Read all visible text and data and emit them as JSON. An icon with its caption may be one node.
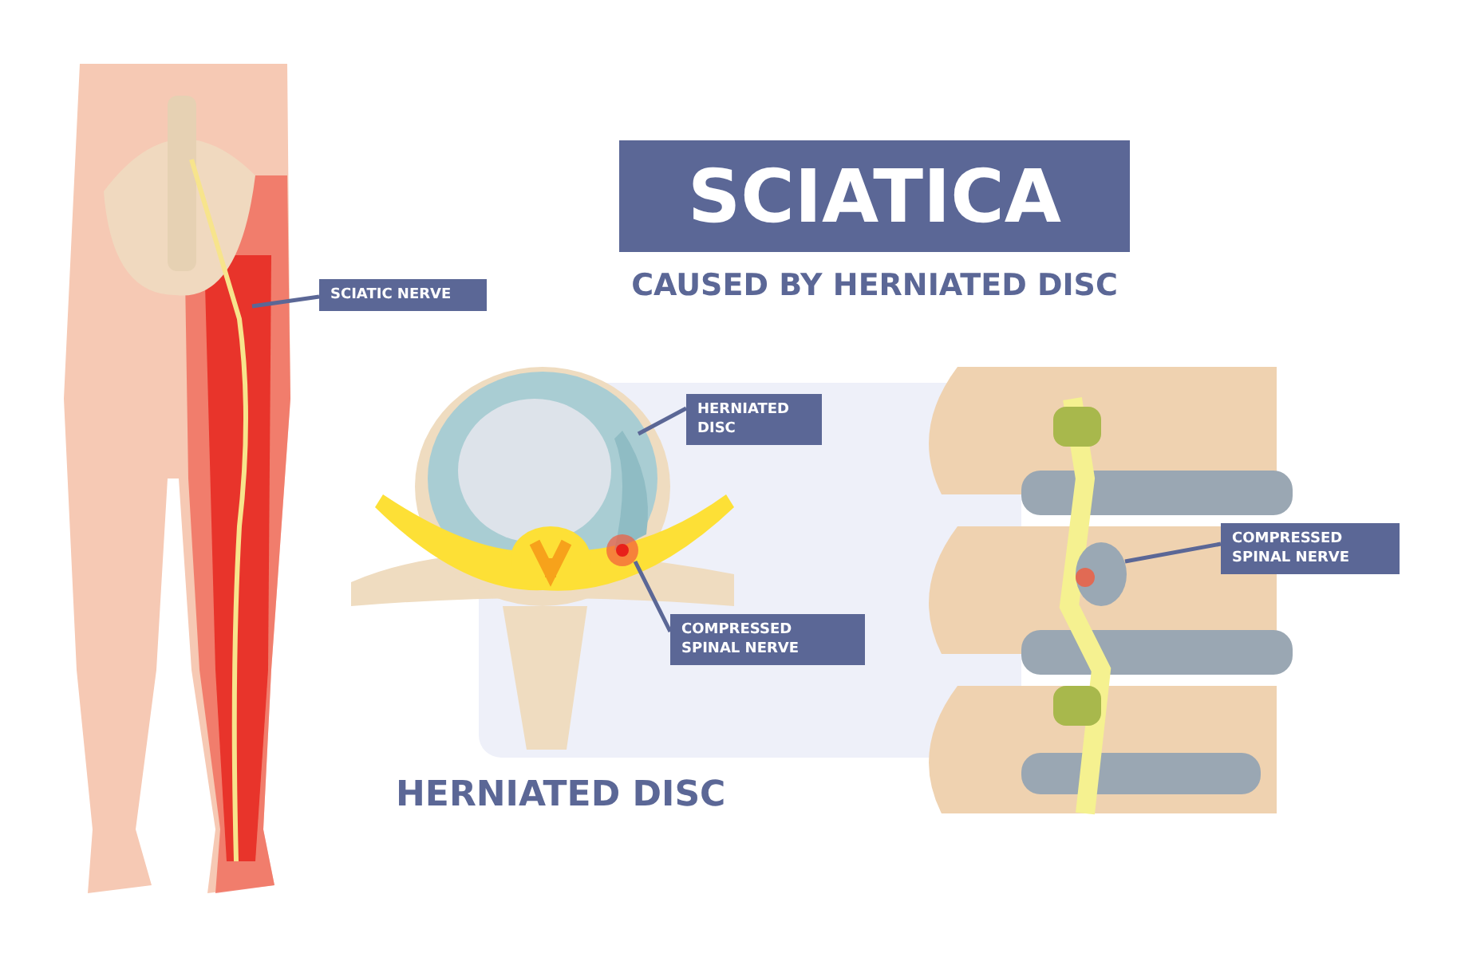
{
  "diagram": {
    "title": "SCIATICA",
    "nodes": [
      {
        "text": [
          "SCIATIC NERVE"
        ]
      },
      {
        "text": [],
        "shape": "picture"
      },
      {
        "text": [
          "HERNIATED DISC"
        ]
      },
      {
        "text": [],
        "shape": "picture"
      },
      {
        "text": [
          "COMPRESSED SPINAL NERVE"
        ]
      },
      {
        "text": [],
        "shape": "picture"
      },
      {
        "text": [
          "COMPRESSED SPINAL NERVE"
        ]
      },
      {
        "text": [],
        "shape": "picture"
      }
    ],
    "edges": [
      {
        "from": 0,
        "to": 1,
        "arrow": "none"
      },
      {
        "from": 2,
        "to": 3,
        "arrow": "none"
      },
      {
        "from": 4,
        "to": 5,
        "arrow": "none"
      },
      {
        "from": 6,
        "to": 7,
        "arrow": "none"
      }
    ],
    "labels": [
      "CAUSED BY HERNIATED DISC",
      "HERNIATED DISC"
    ]
  }
}
